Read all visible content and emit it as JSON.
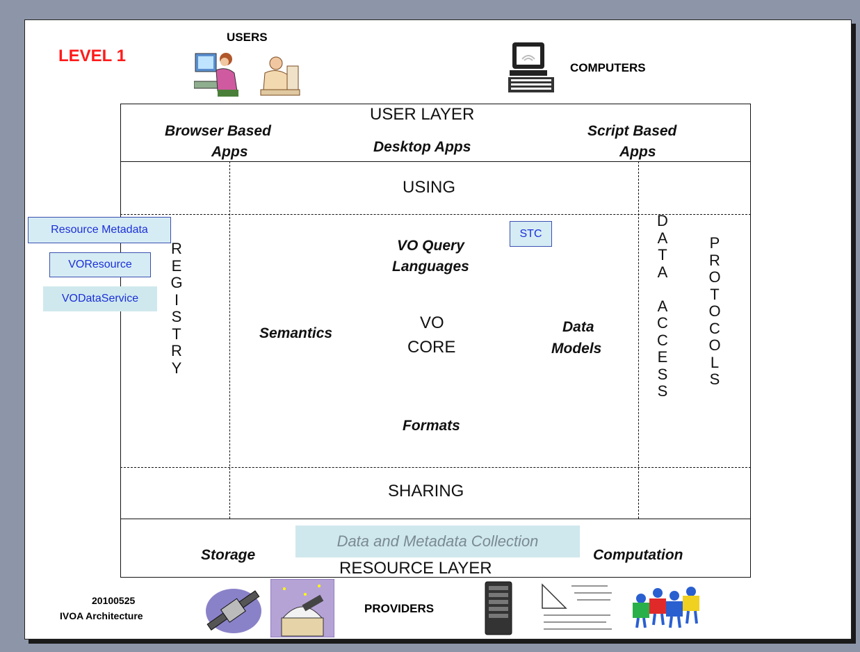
{
  "title": "LEVEL 1",
  "top": {
    "users_label": "USERS",
    "computers_label": "COMPUTERS"
  },
  "user_layer": {
    "title": "USER LAYER",
    "browser_line1": "Browser Based",
    "browser_line2": "Apps",
    "desktop": "Desktop Apps",
    "script_line1": "Script Based",
    "script_line2": "Apps"
  },
  "core": {
    "using": "USING",
    "sharing": "SHARING",
    "registry_letters": [
      "R",
      "E",
      "G",
      "I",
      "S",
      "T",
      "R",
      "Y"
    ],
    "data_access_letters": [
      "D",
      "A",
      "T",
      "A",
      " ",
      "A",
      "C",
      "C",
      "E",
      "S",
      "S"
    ],
    "protocols_letters": [
      "P",
      "R",
      "O",
      "T",
      "O",
      "C",
      "O",
      "L",
      "S"
    ],
    "query_line1": "VO Query",
    "query_line2": "Languages",
    "semantics": "Semantics",
    "vo_line1": "VO",
    "vo_line2": "CORE",
    "data_models_line1": "Data",
    "data_models_line2": "Models",
    "formats": "Formats",
    "stc": "STC"
  },
  "registry_tags": {
    "resource_metadata": "Resource Metadata",
    "voresource": "VOResource",
    "vodataservice": "VODataService"
  },
  "resource_layer": {
    "title": "RESOURCE LAYER",
    "storage": "Storage",
    "collection": "Data and Metadata Collection",
    "computation": "Computation"
  },
  "footer": {
    "date": "20100525",
    "caption": "IVOA Architecture",
    "providers_label": "PROVIDERS"
  },
  "colors": {
    "title_red": "#ff1a1a",
    "tag_blue": "#1a2fd8",
    "tag_bg": "#cfe8ee",
    "background": "#8d95a8"
  },
  "icons": [
    "woman-at-computer-icon",
    "man-at-desk-icon",
    "computer-terminal-icon",
    "satellite-icon",
    "observatory-icon",
    "server-tower-icon",
    "math-notes-icon",
    "team-puzzle-icon"
  ]
}
